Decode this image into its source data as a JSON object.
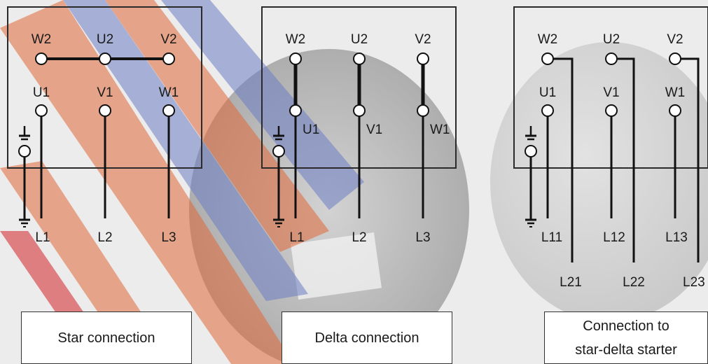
{
  "colors": {
    "wire": "#111111",
    "box": "#2a2a2a",
    "orange": "#e06a3a",
    "blue": "#6d7fc4",
    "red": "#d3262a"
  },
  "terminals": {
    "top": [
      "W2",
      "U2",
      "V2"
    ],
    "mid": [
      "U1",
      "V1",
      "W1"
    ]
  },
  "star": {
    "lines": [
      "L1",
      "L2",
      "L3"
    ],
    "caption": "Star connection"
  },
  "delta": {
    "lines": [
      "L1",
      "L2",
      "L3"
    ],
    "caption": "Delta connection"
  },
  "stardelta": {
    "lines_lower": [
      "L11",
      "L12",
      "L13"
    ],
    "lines_upper": [
      "L21",
      "L22",
      "L23"
    ],
    "caption_line1": "Connection to",
    "caption_line2": "star-delta starter"
  }
}
